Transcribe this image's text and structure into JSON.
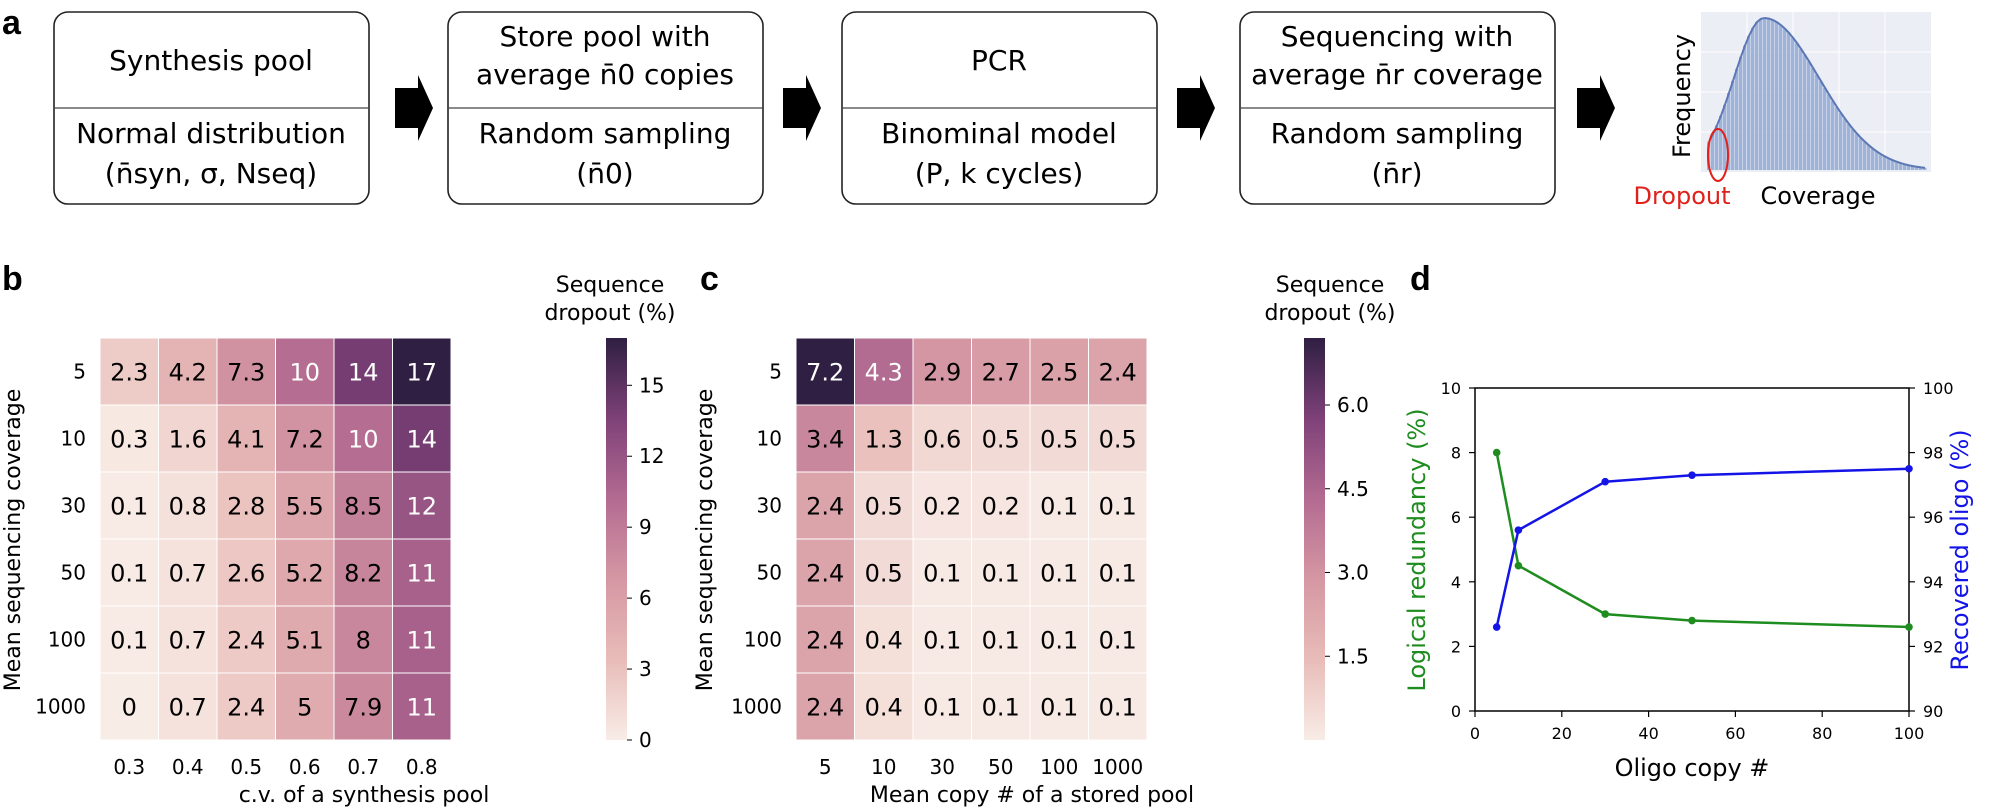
{
  "panel_labels": {
    "a": "a",
    "b": "b",
    "c": "c",
    "d": "d"
  },
  "pipeline": {
    "boxes": [
      {
        "top": "Synthesis pool",
        "bottom_line1": "Normal distribution",
        "bottom_line2": "(n̄syn, σ, Nseq)"
      },
      {
        "top_line1": "Store pool with",
        "top_line2": "average n̄0 copies",
        "bottom_line1": "Random sampling",
        "bottom_line2": "(n̄0)"
      },
      {
        "top": "PCR",
        "bottom_line1": "Binominal model",
        "bottom_line2": "(P, k cycles)"
      },
      {
        "top_line1": "Sequencing with",
        "top_line2": "average n̄r coverage",
        "bottom_line1": "Random sampling",
        "bottom_line2": "(n̄r)"
      }
    ],
    "histogram": {
      "ylabel": "Frequency",
      "xlabel": "Coverage",
      "dropout_label": "Dropout",
      "dropout_color": "#e0201b",
      "bar_color": "#9fb3d8",
      "line_color": "#5b77b5"
    }
  },
  "heatmap_b": {
    "colorbar_title_line1": "Sequence",
    "colorbar_title_line2": "dropout (%)",
    "xlabel": "c.v. of a synthesis pool",
    "ylabel": "Mean sequencing coverage",
    "ticks": [
      "15",
      "12",
      "9",
      "6",
      "3",
      "0"
    ]
  },
  "heatmap_c": {
    "colorbar_title_line1": "Sequence",
    "colorbar_title_line2": "dropout (%)",
    "xlabel": "Mean copy # of a stored pool",
    "ylabel": "Mean sequencing coverage",
    "ticks": [
      "6.0",
      "4.5",
      "3.0",
      "1.5"
    ]
  },
  "line_d": {
    "xlabel": "Oligo copy #",
    "ylabel_left": "Logical redundancy (%)",
    "ylabel_right": "Recovered oligo (%)",
    "xticks": [
      "0",
      "20",
      "40",
      "60",
      "80",
      "100"
    ],
    "yticks_left": [
      "0",
      "2",
      "4",
      "6",
      "8",
      "10"
    ],
    "yticks_right": [
      "90",
      "92",
      "94",
      "96",
      "98",
      "100"
    ],
    "left_color": "#1e8c1e",
    "right_color": "#1414e6"
  },
  "chart_data": [
    {
      "type": "heatmap",
      "panel": "b",
      "x_categories": [
        "0.3",
        "0.4",
        "0.5",
        "0.6",
        "0.7",
        "0.8"
      ],
      "y_categories": [
        "5",
        "10",
        "30",
        "50",
        "100",
        "1000"
      ],
      "values": [
        [
          2.3,
          4.2,
          7.3,
          10,
          14,
          17
        ],
        [
          0.3,
          1.6,
          4.1,
          7.2,
          10,
          14
        ],
        [
          0.1,
          0.8,
          2.8,
          5.5,
          8.5,
          12
        ],
        [
          0.1,
          0.7,
          2.6,
          5.2,
          8.2,
          11
        ],
        [
          0.1,
          0.7,
          2.4,
          5.1,
          8,
          11
        ],
        [
          0,
          0.7,
          2.4,
          5,
          7.9,
          11
        ]
      ],
      "xlabel": "c.v. of a synthesis pool",
      "ylabel": "Mean sequencing coverage",
      "colorbar_label": "Sequence dropout (%)",
      "vmin": 0,
      "vmax": 17
    },
    {
      "type": "heatmap",
      "panel": "c",
      "x_categories": [
        "5",
        "10",
        "30",
        "50",
        "100",
        "1000"
      ],
      "y_categories": [
        "5",
        "10",
        "30",
        "50",
        "100",
        "1000"
      ],
      "values": [
        [
          7.2,
          4.3,
          2.9,
          2.7,
          2.5,
          2.4
        ],
        [
          3.4,
          1.3,
          0.6,
          0.5,
          0.5,
          0.5
        ],
        [
          2.4,
          0.5,
          0.2,
          0.2,
          0.1,
          0.1
        ],
        [
          2.4,
          0.5,
          0.1,
          0.1,
          0.1,
          0.1
        ],
        [
          2.4,
          0.4,
          0.1,
          0.1,
          0.1,
          0.1
        ],
        [
          2.4,
          0.4,
          0.1,
          0.1,
          0.1,
          0.1
        ]
      ],
      "xlabel": "Mean copy # of a stored pool",
      "ylabel": "Mean sequencing coverage",
      "colorbar_label": "Sequence dropout (%)",
      "vmin": 0,
      "vmax": 7.2
    },
    {
      "type": "line",
      "panel": "d",
      "x": [
        5,
        10,
        30,
        50,
        100
      ],
      "series": [
        {
          "name": "Logical redundancy (%)",
          "axis": "left",
          "values": [
            8.0,
            4.5,
            3.0,
            2.8,
            2.6
          ]
        },
        {
          "name": "Recovered oligo (%)",
          "axis": "right",
          "values": [
            92.6,
            95.6,
            97.1,
            97.3,
            97.5
          ]
        }
      ],
      "xlabel": "Oligo copy #",
      "xlim": [
        0,
        100
      ],
      "ylim_left": [
        0,
        10
      ],
      "ylim_right": [
        90,
        100
      ]
    }
  ]
}
